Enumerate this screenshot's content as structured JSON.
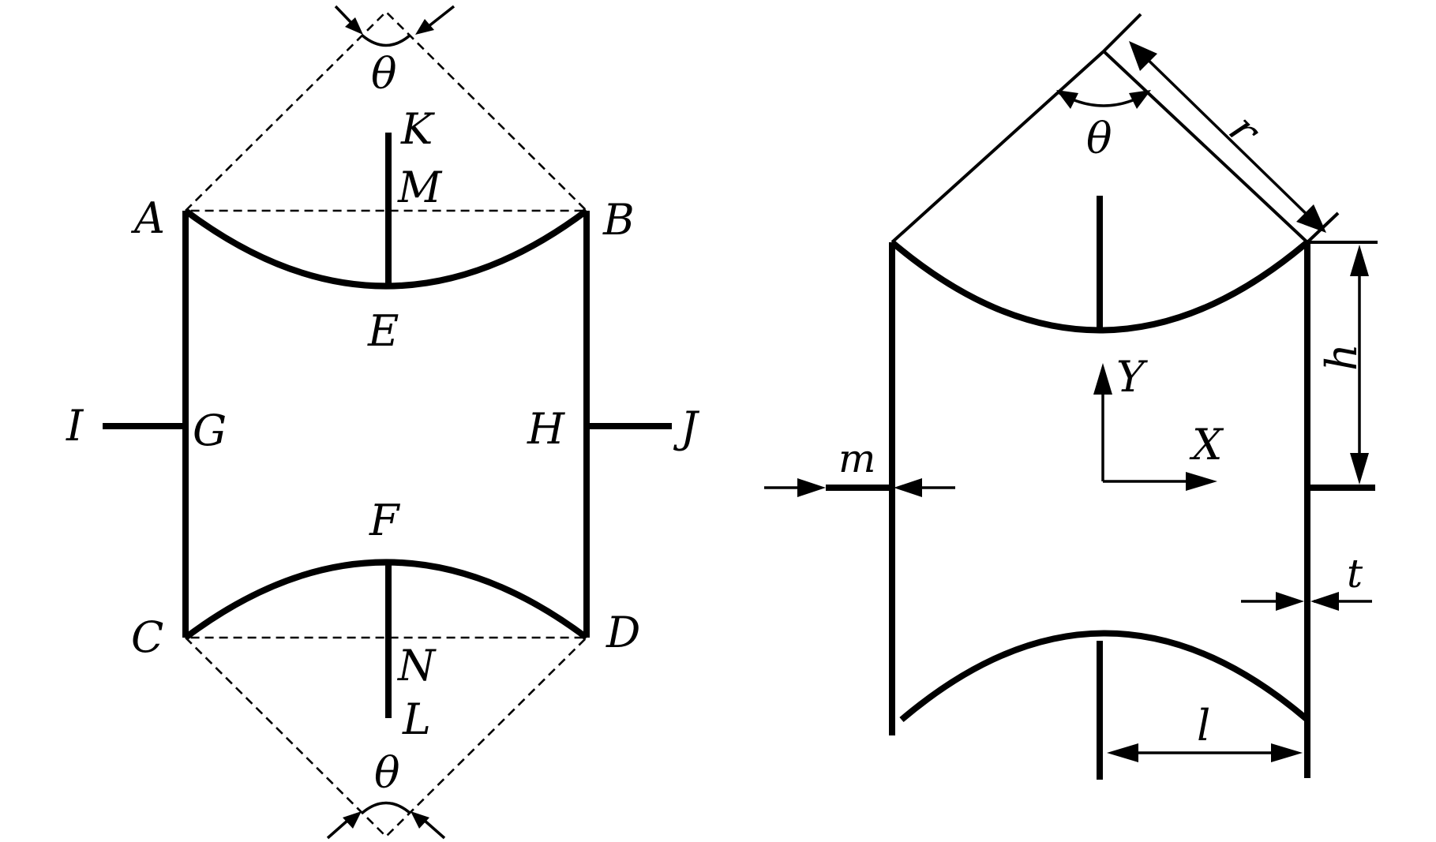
{
  "left_figure": {
    "points": {
      "A": "A",
      "B": "B",
      "C": "C",
      "D": "D",
      "E": "E",
      "F": "F",
      "G": "G",
      "H": "H",
      "I": "I",
      "J": "J",
      "K": "K",
      "L": "L",
      "M": "M",
      "N": "N"
    },
    "angle_top": "θ",
    "angle_bottom": "θ"
  },
  "right_figure": {
    "angle": "θ",
    "radius": "r",
    "height": "h",
    "half_length": "l",
    "thickness_wall": "t",
    "thickness_tab": "m",
    "axis_x": "X",
    "axis_y": "Y"
  }
}
